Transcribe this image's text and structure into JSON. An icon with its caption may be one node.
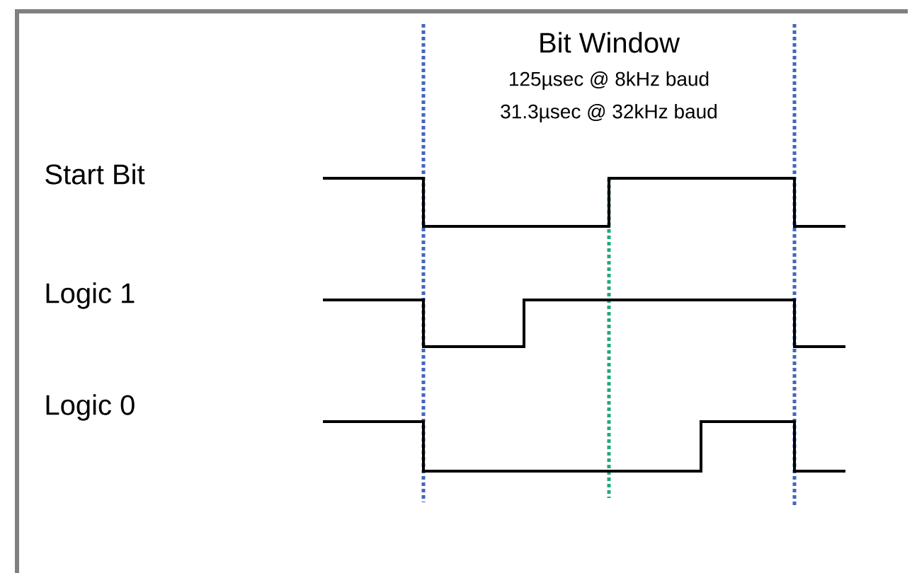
{
  "diagram": {
    "labels": [
      "Bit Window",
      "125µsec @ 8kHz baud",
      "31.3µsec @ 32kHz baud",
      "Start Bit",
      "Logic 1",
      "Logic 0"
    ]
  }
}
